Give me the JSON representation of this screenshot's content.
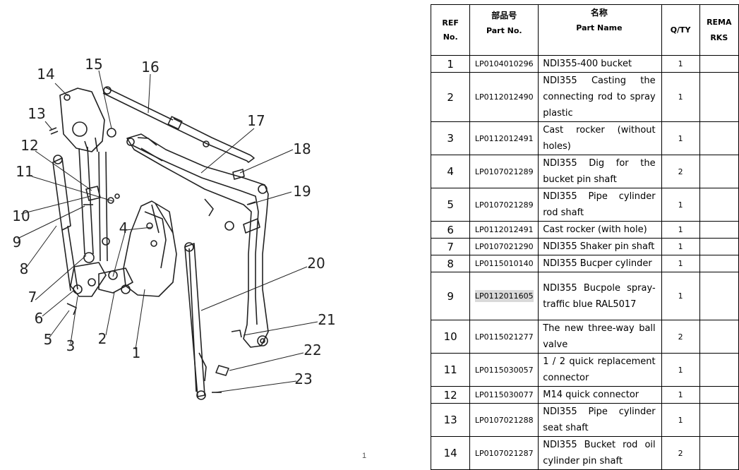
{
  "header": {
    "ref_line1": "REF",
    "ref_line2": "No.",
    "part_zh": "部品号",
    "part_en": "Part No.",
    "name_zh": "名称",
    "name_en": "Part Name",
    "qty": "Q/TY",
    "remarks_line1": "REMA",
    "remarks_line2": "RKS"
  },
  "rows": [
    {
      "ref": "1",
      "part": "LP0104010296",
      "name": "NDI355-400 bucket",
      "qty": "1"
    },
    {
      "ref": "2",
      "part": "LP0112012490",
      "name": "NDI355 Casting the connecting rod to spray plastic",
      "qty": "1"
    },
    {
      "ref": "3",
      "part": "LP0112012491",
      "name": "Cast rocker (without holes)",
      "qty": "1"
    },
    {
      "ref": "4",
      "part": "LP0107021289",
      "name": "NDI355 Dig for the bucket pin shaft",
      "qty": "2"
    },
    {
      "ref": "5",
      "part": "LP0107021289",
      "name": "NDI355 Pipe cylinder rod shaft",
      "qty": "1"
    },
    {
      "ref": "6",
      "part": "LP0112012491",
      "name": "Cast rocker (with hole)",
      "qty": "1"
    },
    {
      "ref": "7",
      "part": "LP0107021290",
      "name": "NDI355 Shaker pin shaft",
      "qty": "1"
    },
    {
      "ref": "8",
      "part": "LP0115010140",
      "name": "NDI355 Bucper cylinder",
      "qty": "1"
    },
    {
      "ref": "9",
      "part": "LP0112011605",
      "name": "NDI355 Bucpole spray-traffic blue RAL5017",
      "qty": "1"
    },
    {
      "ref": "10",
      "part": "LP0115021277",
      "name": "The new three-way ball valve",
      "qty": "2"
    },
    {
      "ref": "11",
      "part": "LP0115030057",
      "name": "1 / 2 quick replacement connector",
      "qty": "1"
    },
    {
      "ref": "12",
      "part": "LP0115030077",
      "name": "M14 quick connector",
      "qty": "1"
    },
    {
      "ref": "13",
      "part": "LP0107021288",
      "name": "NDI355 Pipe cylinder seat shaft",
      "qty": "1"
    },
    {
      "ref": "14",
      "part": "LP0107021287",
      "name": "NDI355 Bucket rod oil cylinder pin shaft",
      "qty": "2"
    }
  ],
  "diagram": {
    "callouts": [
      "1",
      "2",
      "3",
      "4",
      "5",
      "6",
      "7",
      "8",
      "9",
      "10",
      "11",
      "12",
      "13",
      "14",
      "15",
      "16",
      "17",
      "18",
      "19",
      "20",
      "21",
      "22",
      "23"
    ]
  },
  "page_number": "1"
}
